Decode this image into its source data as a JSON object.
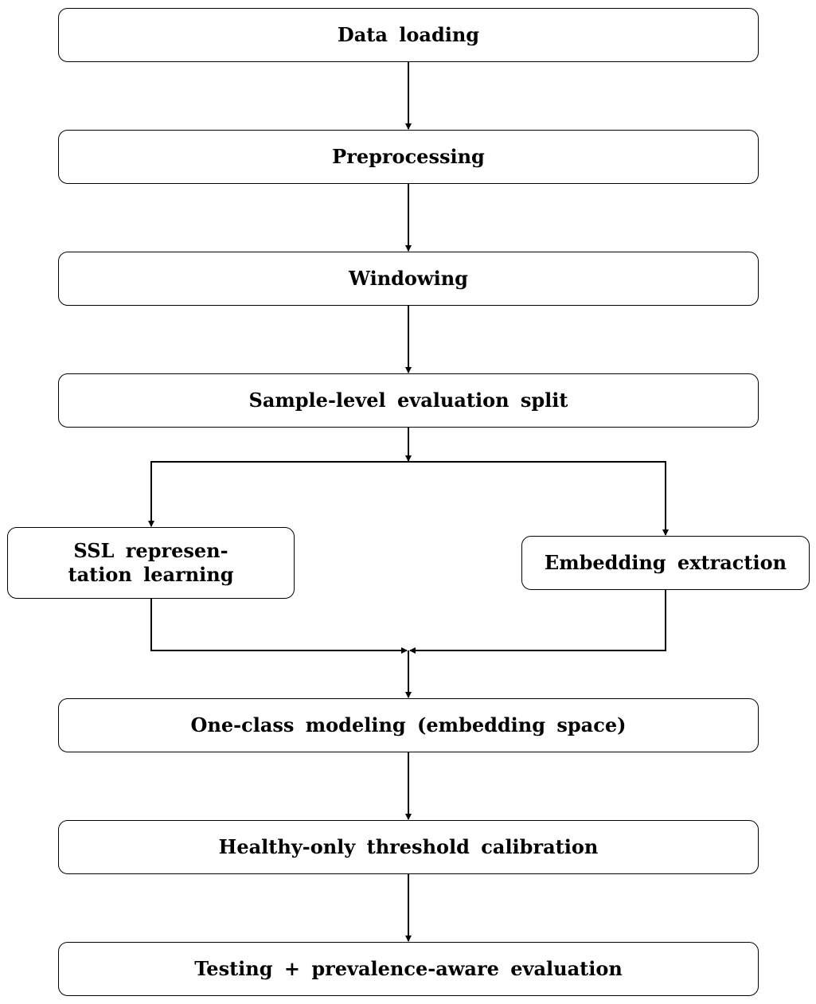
{
  "diagram": {
    "steps": {
      "data_loading": "Data   loading",
      "preprocessing": "Preprocessing",
      "windowing": "Windowing",
      "eval_split": "Sample-level  evaluation  split",
      "ssl": "SSL  represen-\ntation  learning",
      "embedding": "Embedding extraction",
      "one_class": "One-class  modeling  (embedding  space)",
      "threshold": "Healthy-only  threshold  calibration",
      "testing": "Testing  +  prevalence-aware  evaluation"
    },
    "colors": {
      "stroke": "#000000",
      "fill": "#ffffff"
    }
  }
}
